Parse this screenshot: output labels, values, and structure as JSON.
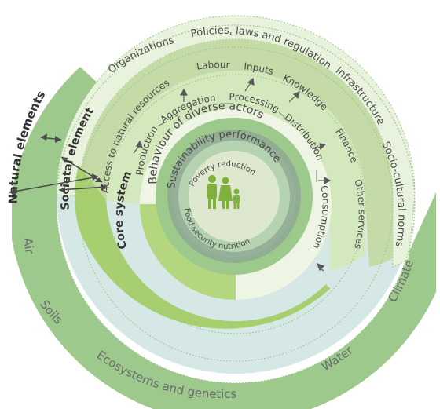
{
  "outer_ring": {
    "air": "Air",
    "soils": "Soils",
    "ecosystems": "Ecosystems and genetics",
    "water": "Water",
    "climate": "Climate",
    "natural_elements": "Natural elements"
  },
  "societal_ring": {
    "title": "Societal elements",
    "organizations": "Organizations",
    "policies": "Policies, laws and regulations",
    "infrastructure": "Infrastructure",
    "socio_cultural": "Socio-cultural norms"
  },
  "support_ring": {
    "access": "Access to natural resources",
    "labour": "Labour",
    "inputs": "Inputs",
    "knowledge": "Knowledge",
    "finance": "Finance",
    "other_services": "Other services"
  },
  "core_ring": {
    "title": "Core system",
    "production": "Production",
    "aggregation": "Aggregation",
    "processing": "Processing",
    "distribution": "Distribution",
    "consumption": "Consumption"
  },
  "center": {
    "behaviour": "Behaviour of diverse actors",
    "sustainability": "Sustainability performance",
    "poverty": "Poverty reduction",
    "food_security": "Food security nutrition"
  },
  "colors": {
    "dark_green": "#9dc98c",
    "mid_green": "#b4d67f",
    "light_green": "#d4e8bd",
    "pale_green": "#e8f2dc",
    "light_blue": "#d6e8e6",
    "grey_center": "#8fa895",
    "icon_green": "#7fb13c"
  }
}
